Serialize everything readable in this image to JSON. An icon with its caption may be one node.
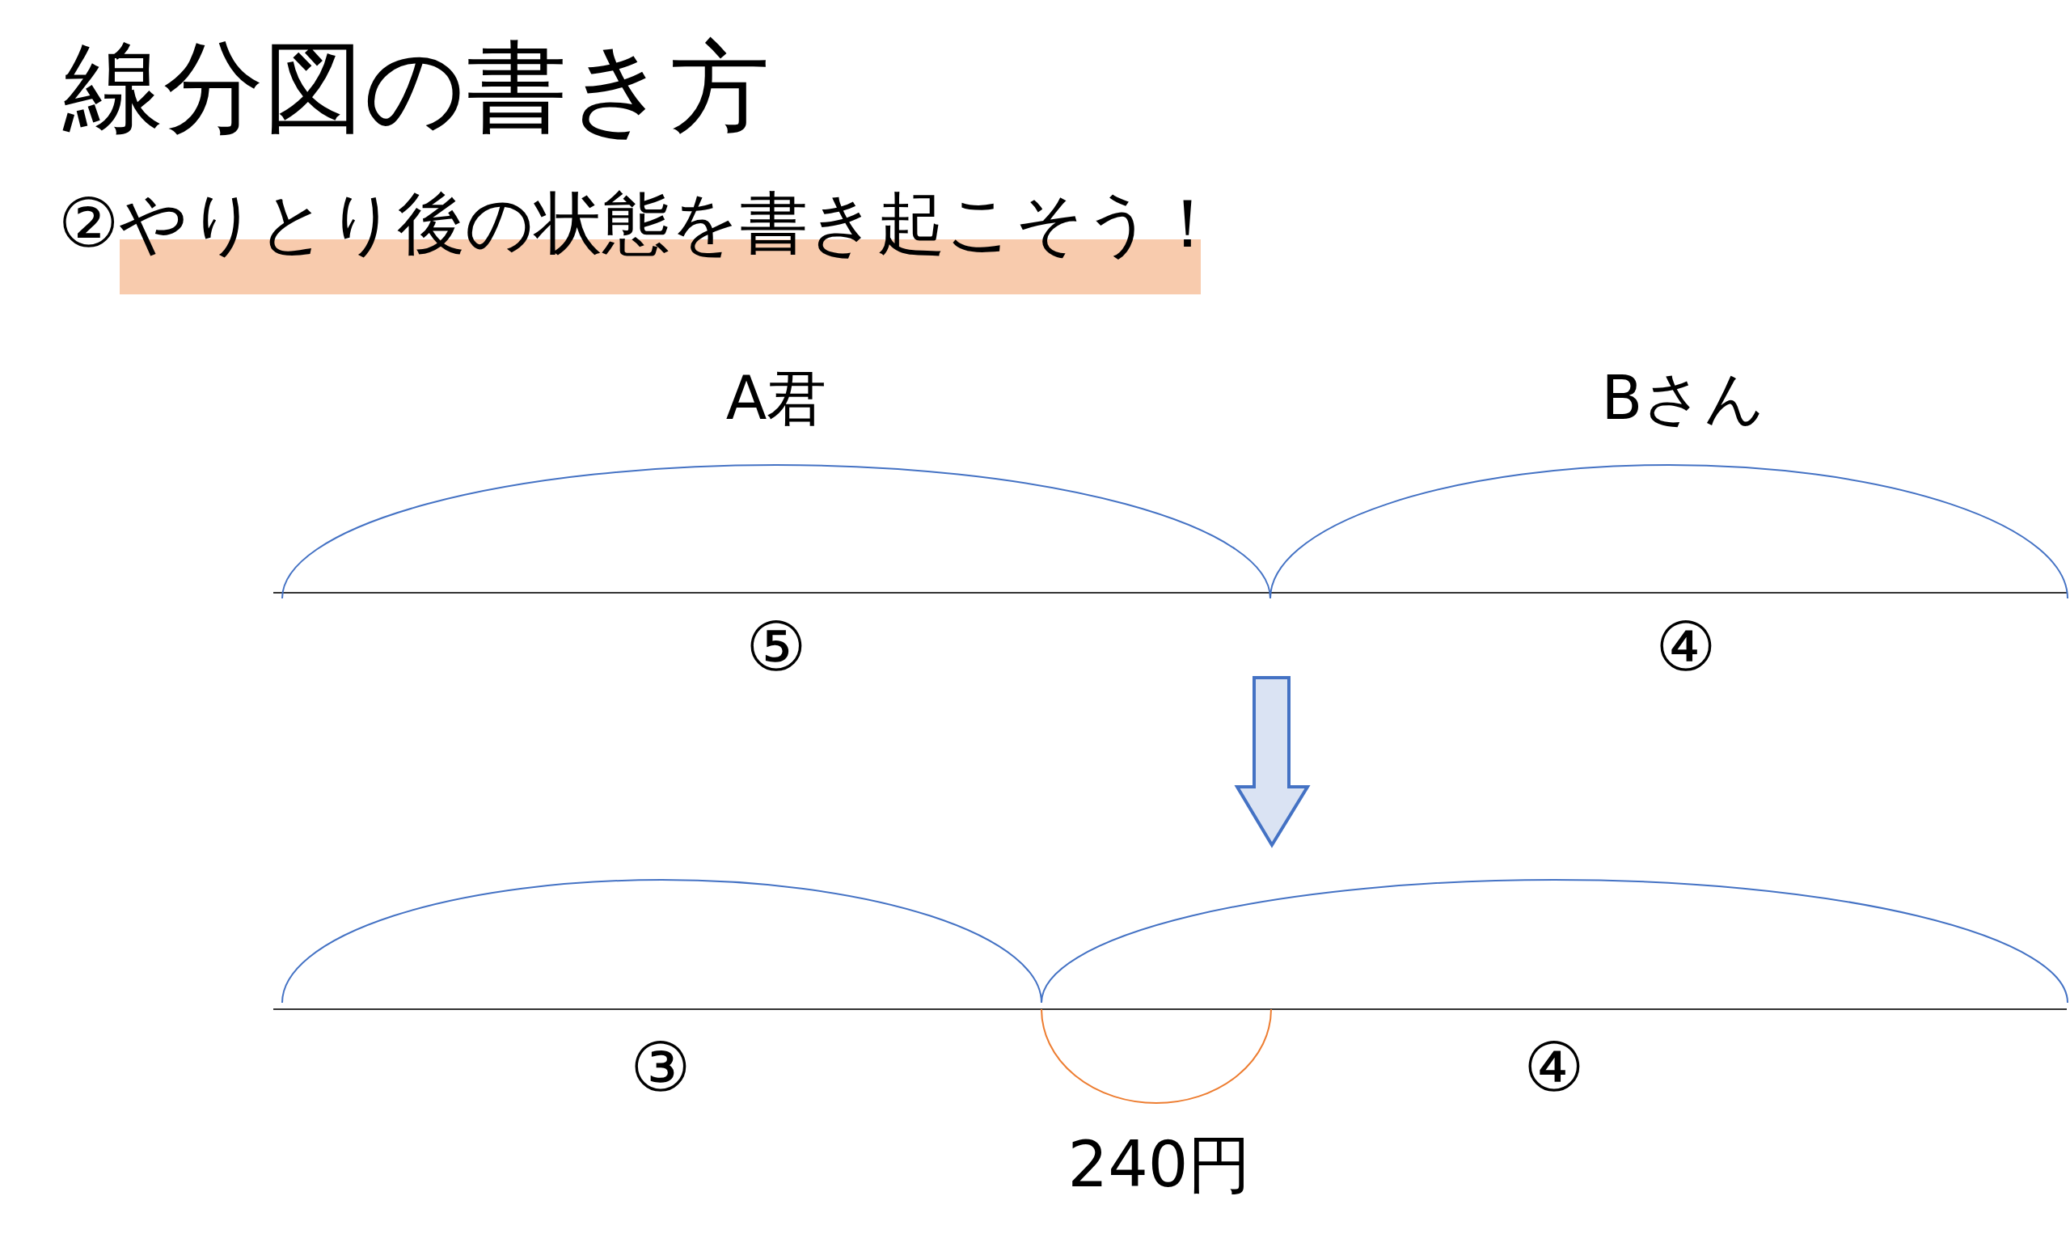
{
  "diagram": {
    "title": "線分図の書き方",
    "labels": [
      "②やりとり後の状態を書き起こそう！",
      "A君",
      "Bさん",
      "⑤",
      "④",
      "③",
      "④",
      "240円"
    ]
  }
}
